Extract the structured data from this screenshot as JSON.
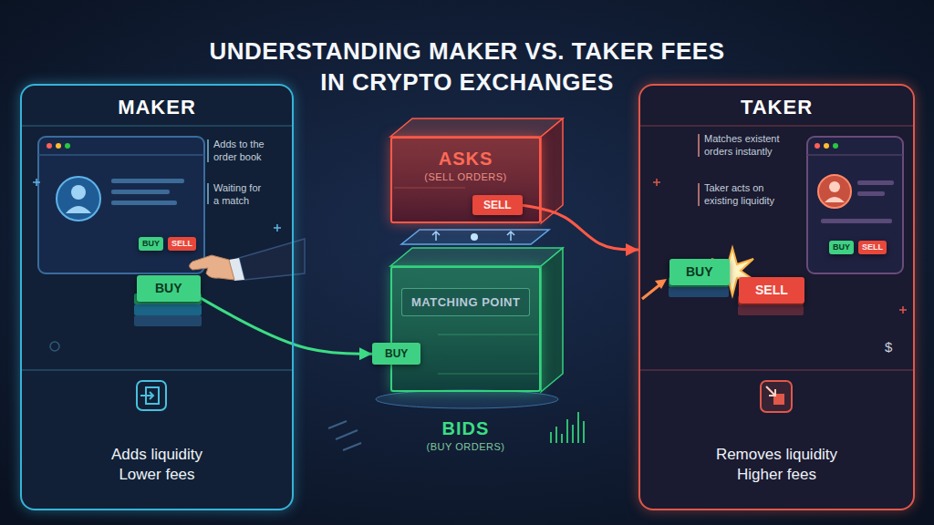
{
  "diagram": {
    "title": "UNDERSTANDING MAKER VS. TAKER FEES IN CRYPTO EXCHANGES",
    "nodes": [
      {
        "text": [
          "MAKER",
          "Adds liquidity Lower fees"
        ]
      },
      {
        "text": [
          "BUY"
        ],
        "in": 0
      },
      {
        "text": [
          "SELL"
        ],
        "in": 0
      },
      {
        "text": [
          "BUY"
        ],
        "in": 0
      },
      {
        "text": [
          "ASKS",
          "(SELL ORDERS)"
        ]
      },
      {
        "text": [
          "SELL"
        ],
        "in": 4
      },
      {
        "text": [
          "BIDS",
          "(BUY ORDERS)"
        ]
      },
      {
        "text": [
          "MATCHING POINT"
        ],
        "in": 6
      },
      {
        "text": [
          "BUY"
        ],
        "in": 6
      },
      {
        "text": [
          "TAKER",
          "Removes liquidity Higher fees"
        ]
      },
      {
        "text": [
          "BUY"
        ],
        "in": 9
      },
      {
        "text": [
          "SELL"
        ],
        "in": 9
      },
      {
        "text": [
          "BUY"
        ],
        "in": 9
      },
      {
        "text": [
          "SELL"
        ],
        "in": 9
      }
    ],
    "edges": [
      {
        "from": 3,
        "to": 8,
        "arrow": "to"
      },
      {
        "from": 5,
        "to": 9,
        "arrow": "to"
      }
    ],
    "labels": [
      "Adds to the order book",
      "Waiting for a match",
      "Matches existent orders instantly",
      "Taker acts on existing liquidity",
      "$"
    ]
  }
}
